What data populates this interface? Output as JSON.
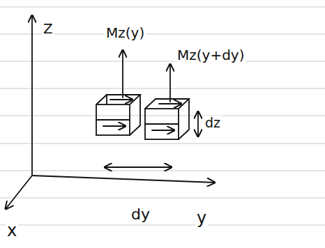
{
  "diagram": {
    "labels": [
      "Z",
      "Mz(y)",
      "Mz(y+dy)",
      "dz",
      "dy",
      "y",
      "x"
    ]
  }
}
